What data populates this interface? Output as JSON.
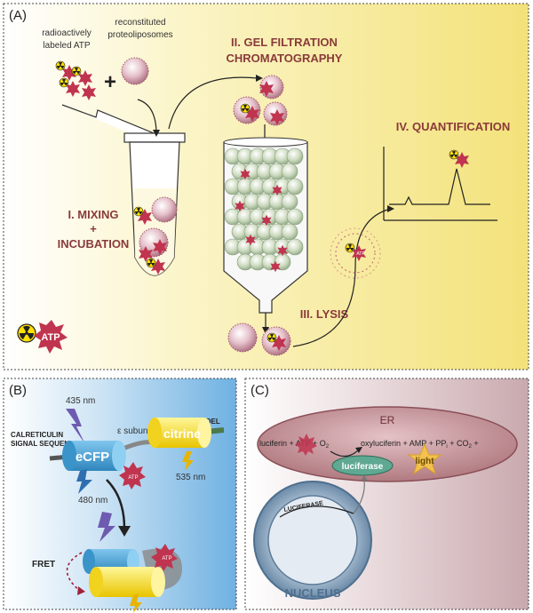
{
  "panel_a": {
    "letter": "(A)",
    "atp_label": "radioactively",
    "atp_label2": "labeled ATP",
    "lipo_label": "reconstituted",
    "lipo_label2": "proteoliposomes",
    "step1_line1": "I. MIXING",
    "step1_line2": "+",
    "step1_line3": "INCUBATION",
    "step2_line1": "II. GEL FILTRATION",
    "step2_line2": "CHROMATOGRAPHY",
    "step3": "III. LYSIS",
    "step4": "IV. QUANTIFICATION",
    "atp_text": "ATP"
  },
  "panel_b": {
    "letter": "(B)",
    "nm435": "435 nm",
    "nm480": "480 nm",
    "nm535": "535 nm",
    "subunit": "ε subunit",
    "kdel": "KDEL",
    "calret1": "CALRETICULIN",
    "calret2": "SIGNAL SEQUENCE",
    "ecfp": "eCFP",
    "citrine": "citrine",
    "fret": "FRET",
    "atp_text": "ATP"
  },
  "panel_c": {
    "letter": "(C)",
    "er": "ER",
    "reaction_left": "luciferin + ",
    "reaction_atp": "ATP",
    "reaction_o2": " + O",
    "reaction_o2_sub": "2",
    "reaction_right": "oxyluciferin + AMP + PP",
    "reaction_pp_sub": "i",
    "reaction_co2": " + CO",
    "reaction_co2_sub": "2",
    "reaction_end": " +",
    "luciferase": "luciferase",
    "light": "light",
    "luciferase_gene": "LUCIFERASE",
    "nucleus": "NUCLEUS"
  },
  "colors": {
    "panel_a_bg": "#f7ee9a",
    "panel_b_bg": "#8fc3e8",
    "panel_c_bg": "#d9c3c6",
    "step_text": "#8a3a3a",
    "atp_star": "#c0344f",
    "liposome": "#c48a9a"
  }
}
